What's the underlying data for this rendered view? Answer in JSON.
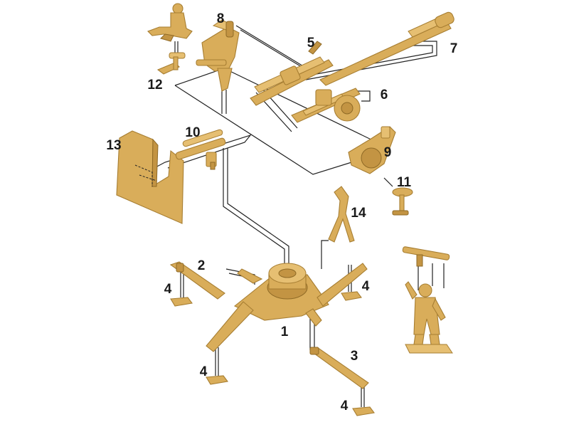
{
  "diagram": {
    "part_numbers": {
      "p1": "1",
      "p2": "2",
      "p3": "3",
      "p4a": "4",
      "p4b": "4",
      "p4c": "4",
      "p4d": "4",
      "p5": "5",
      "p6": "6",
      "p7": "7",
      "p8": "8",
      "p9": "9",
      "p10": "10",
      "p11": "11",
      "p12": "12",
      "p13": "13",
      "p14": "14"
    },
    "colors": {
      "plastic": "#d9ad5a",
      "plastic_edge": "#a77e32",
      "guide_line": "#222222",
      "background": "#ffffff"
    }
  }
}
